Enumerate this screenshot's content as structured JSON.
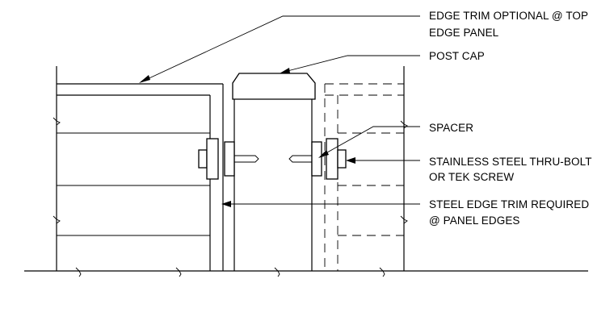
{
  "callouts": [
    {
      "id": "edge-trim-optional",
      "lines": [
        "EDGE TRIM OPTIONAL @ TOP",
        "EDGE PANEL"
      ]
    },
    {
      "id": "post-cap",
      "lines": [
        "POST CAP"
      ]
    },
    {
      "id": "spacer",
      "lines": [
        "SPACER"
      ]
    },
    {
      "id": "thru-bolt",
      "lines": [
        "STAINLESS STEEL THRU-BOLT",
        "OR TEK SCREW"
      ]
    },
    {
      "id": "steel-edge-trim",
      "lines": [
        "STEEL EDGE TRIM REQUIRED",
        "@ PANEL EDGES"
      ]
    }
  ]
}
